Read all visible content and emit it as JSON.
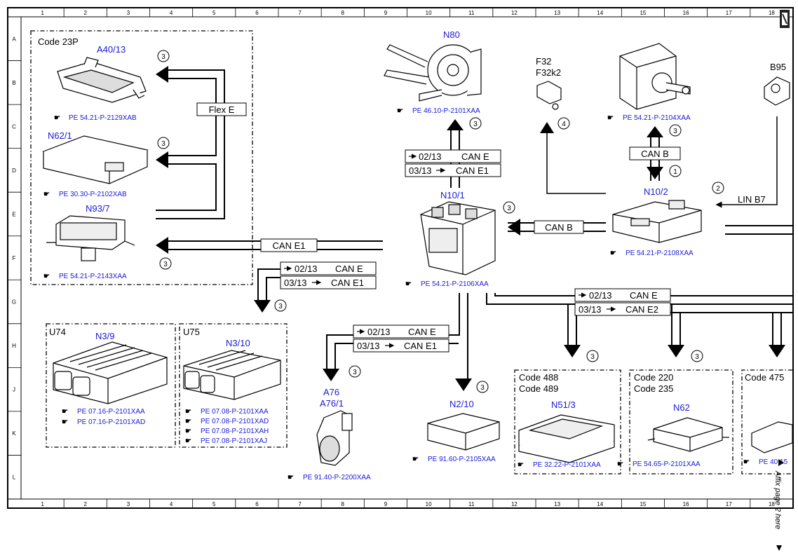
{
  "grid": {
    "columns": [
      "1",
      "2",
      "3",
      "4",
      "5",
      "6",
      "7",
      "8",
      "9",
      "10",
      "11",
      "12",
      "13",
      "14",
      "15",
      "16",
      "17",
      "18"
    ],
    "rows": [
      "A",
      "B",
      "C",
      "D",
      "E",
      "F",
      "G",
      "H",
      "J",
      "K",
      "L"
    ]
  },
  "margin_note": "Affix page 2 here",
  "groups": {
    "code23p": "Code 23P",
    "u74": "U74",
    "u75": "U75",
    "code488": "Code 488",
    "code489": "Code 489",
    "code220": "Code 220",
    "code235": "Code 235",
    "code475": "Code 475"
  },
  "components": {
    "a40_13": {
      "label": "A40/13",
      "ref": "PE 54.21-P-2129XAB"
    },
    "n62_1": {
      "label": "N62/1",
      "ref": "PE 30.30-P-2102XAB"
    },
    "n93_7": {
      "label": "N93/7",
      "ref": "PE 54.21-P-2143XAA"
    },
    "n80": {
      "label": "N80",
      "ref": "PE 46.10-P-2101XAA"
    },
    "f32": {
      "label": "F32",
      "label2": "F32k2"
    },
    "n10_2_top": {
      "ref": "PE 54.21-P-2104XAA"
    },
    "b95": {
      "label": "B95"
    },
    "n10_1": {
      "label": "N10/1",
      "ref": "PE 54.21-P-2106XAA"
    },
    "n10_2": {
      "label": "N10/2",
      "ref": "PE 54.21-P-2108XAA"
    },
    "n3_9": {
      "label": "N3/9",
      "ref1": "PE 07.16-P-2101XAA",
      "ref2": "PE 07.16-P-2101XAD"
    },
    "n3_10": {
      "label": "N3/10",
      "ref1": "PE 07.08-P-2101XAA",
      "ref2": "PE 07.08-P-2101XAD",
      "ref3": "PE 07.08-P-2101XAH",
      "ref4": "PE 07.08-P-2101XAJ"
    },
    "a76": {
      "label": "A76",
      "label2": "A76/1",
      "ref": "PE 91.40-P-2200XAA"
    },
    "n2_10": {
      "label": "N2/10",
      "ref": "PE 91.60-P-2105XAA"
    },
    "n51_3": {
      "label": "N51/3",
      "ref": "PE 32.22-P-2101XAA"
    },
    "n62": {
      "label": "N62",
      "ref": "PE 54.65-P-2101XAA"
    },
    "cut_ref": "PE 40.15"
  },
  "buses": {
    "flex_e": "Flex E",
    "can_e1": "CAN E1",
    "can_e": "CAN E",
    "can_b": "CAN B",
    "can_e2": "CAN E2",
    "lin_b7": "LIN B7",
    "v0213": "02/13",
    "v0313": "03/13"
  },
  "callouts": {
    "c1": "1",
    "c2": "2",
    "c3": "3",
    "c4": "4"
  }
}
